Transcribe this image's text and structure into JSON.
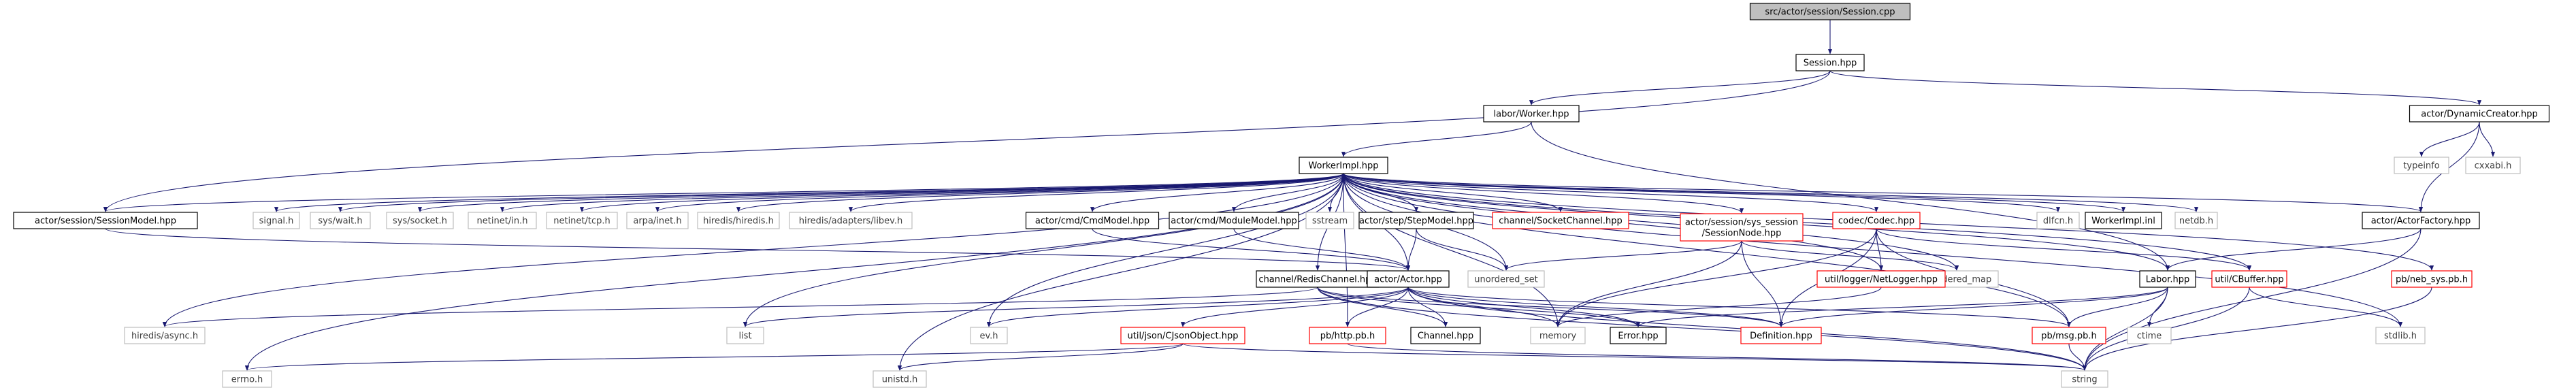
{
  "colors": {
    "edge": "#191970",
    "root_fill": "#bfbfbf",
    "node_border": "#000000",
    "missing_border": "#ff0000",
    "system_border": "#bfbfbf",
    "system_text": "#404040",
    "text": "#000000"
  },
  "nodes": {
    "n_root": "src/actor/session/Session.cpp",
    "n_session_hpp": "Session.hpp",
    "n_labor_worker": "labor/Worker.hpp",
    "n_dynamic_creator": "actor/DynamicCreator.hpp",
    "n_typeinfo": "typeinfo",
    "n_cxxabi": "cxxabi.h",
    "n_worker_impl": "WorkerImpl.hpp",
    "n_session_model": "actor/session/SessionModel.hpp",
    "n_signal": "signal.h",
    "n_sys_wait": "sys/wait.h",
    "n_sys_socket": "sys/socket.h",
    "n_netinet_in": "netinet/in.h",
    "n_netinet_tcp": "netinet/tcp.h",
    "n_arpa_inet": "arpa/inet.h",
    "n_hiredis": "hiredis/hiredis.h",
    "n_hiredis_libev": "hiredis/adapters/libev.h",
    "n_cmd_model": "actor/cmd/CmdModel.hpp",
    "n_module_model": "actor/cmd/ModuleModel.hpp",
    "n_sstream": "sstream",
    "n_step_model": "actor/step/StepModel.hpp",
    "n_socket_channel": "channel/SocketChannel.hpp",
    "n_session_node_1": "actor/session/sys_session",
    "n_session_node_2": "/SessionNode.hpp",
    "n_codec": "codec/Codec.hpp",
    "n_dlfcn": "dlfcn.h",
    "n_worker_impl_inl": "WorkerImpl.inl",
    "n_netdb": "netdb.h",
    "n_actor_factory": "actor/ActorFactory.hpp",
    "n_unordered_set": "unordered_set",
    "n_unordered_map": "unordered_map",
    "n_net_logger": "util/logger/NetLogger.hpp",
    "n_cbuffer": "util/CBuffer.hpp",
    "n_labor": "Labor.hpp",
    "n_neb_sys": "pb/neb_sys.pb.h",
    "n_redis_channel": "channel/RedisChannel.hpp",
    "n_actor": "actor/Actor.hpp",
    "n_hiredis_async": "hiredis/async.h",
    "n_list": "list",
    "n_ev": "ev.h",
    "n_memory": "memory",
    "n_error": "Error.hpp",
    "n_definition": "Definition.hpp",
    "n_pb_msg": "pb/msg.pb.h",
    "n_ctime": "ctime",
    "n_stdlib": "stdlib.h",
    "n_cjson": "util/json/CJsonObject.hpp",
    "n_pb_http": "pb/http.pb.h",
    "n_channel": "Channel.hpp",
    "n_errno": "errno.h",
    "n_unistd": "unistd.h",
    "n_string": "string"
  }
}
